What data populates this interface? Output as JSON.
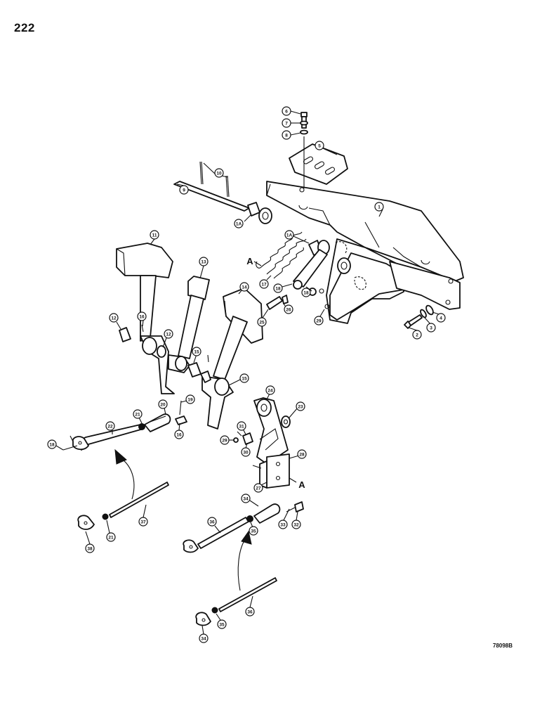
{
  "page_number": "222",
  "drawing_code": "78098B",
  "view_letter": "A",
  "callouts": [
    "1",
    "1A",
    "1A",
    "2",
    "3",
    "4",
    "5",
    "6",
    "7",
    "8",
    "9",
    "10",
    "11",
    "12",
    "12",
    "13",
    "14",
    "15",
    "15",
    "16",
    "16",
    "17",
    "18",
    "18",
    "18",
    "19",
    "20",
    "21",
    "21",
    "22",
    "23",
    "24",
    "25",
    "26",
    "27",
    "28",
    "29",
    "29",
    "30",
    "31",
    "32",
    "33",
    "34",
    "34",
    "35",
    "35",
    "36",
    "36",
    "37",
    "38"
  ]
}
